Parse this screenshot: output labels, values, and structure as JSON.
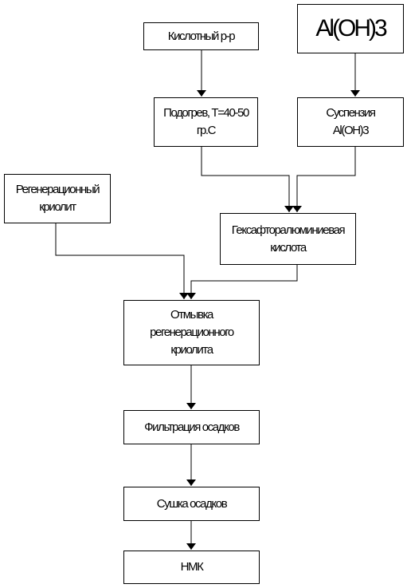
{
  "nodes": {
    "acid_solution": {
      "lines": [
        "Кислотный р-р"
      ]
    },
    "aluminum_hydroxide": {
      "lines": [
        "Al(OH)3"
      ]
    },
    "heating": {
      "lines": [
        "Подогрев, Т=40-50",
        "гр.С"
      ]
    },
    "suspension": {
      "lines": [
        "Суспензия",
        "Al(OH)3"
      ]
    },
    "regen_cryolite": {
      "lines": [
        "Регенерационный",
        "криолит"
      ]
    },
    "hexafluoro_acid": {
      "lines": [
        "Гексафторалюминиевая",
        "кислота"
      ]
    },
    "washing": {
      "lines": [
        "Отмывка",
        "регенерационного",
        "криолита"
      ]
    },
    "filtration": {
      "lines": [
        "Фильтрация осадков"
      ]
    },
    "drying": {
      "lines": [
        "Сушка осадков"
      ]
    },
    "product": {
      "lines": [
        "НМК"
      ]
    }
  },
  "colors": {
    "stroke": "#000000",
    "background": "#ffffff"
  }
}
